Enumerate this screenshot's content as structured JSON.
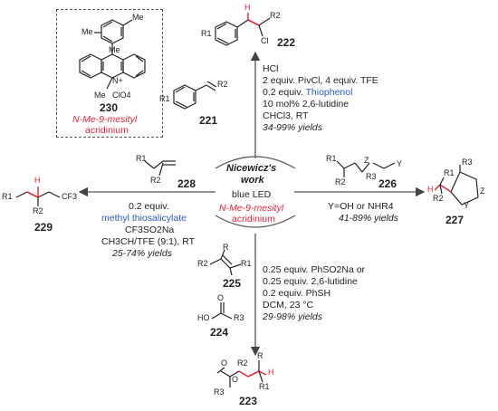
{
  "catalyst": {
    "number": "230",
    "name_line1": "N-Me-9-mesityl",
    "name_line2": "acridinium",
    "counterion": "ClO4",
    "methyl_labels": [
      "Me",
      "Me",
      "Me",
      "Me"
    ],
    "n_plus": "N+"
  },
  "center": {
    "title_line1": "Nicewicz's",
    "title_line2": "work",
    "light": "blue LED",
    "cat_line1": "N-Me-9-mesityl",
    "cat_line2": "acridinium"
  },
  "top": {
    "product_number": "222",
    "substrate_number": "221",
    "conditions": [
      "HCl",
      "2 equiv. PivCl, 4 equiv. TFE",
      "0.2 equiv. Thiophenol",
      "10 mol% 2,6-lutidine",
      "CHCl3, RT",
      "34-99% yields"
    ],
    "labels": {
      "r1": "R1",
      "r2": "R2",
      "h": "H",
      "cl": "Cl"
    }
  },
  "left": {
    "product_number": "229",
    "reagent_number": "228",
    "conditions": [
      "0.2 equiv.",
      "methyl thiosalicylate",
      "CF3SO2Na",
      "CH3CH/TFE (9:1), RT",
      "25-74% yields"
    ],
    "labels": {
      "r1": "R1",
      "r2": "R2",
      "h": "H",
      "cf3": "CF3"
    }
  },
  "right": {
    "product_number": "227",
    "substrate_number": "226",
    "conditions": [
      "Y=OH or NHR4",
      "41-89% yields"
    ],
    "labels": {
      "r1": "R1",
      "r2": "R2",
      "r3": "R3",
      "h": "H",
      "y": "Y",
      "z": "Z"
    }
  },
  "bottom": {
    "product_number": "223",
    "alkene_number": "225",
    "acid_number": "224",
    "conditions": [
      "0.25 equiv. PhSO2Na or",
      "0.25 equiv. 2,6-lutidine",
      "0.2 equiv. PhSH",
      "DCM, 23 °C",
      "29-98% yields"
    ],
    "labels": {
      "r": "R",
      "r1": "R1",
      "r2": "R2",
      "r3": "R3",
      "h": "H",
      "o": "O",
      "ho": "HO"
    }
  }
}
